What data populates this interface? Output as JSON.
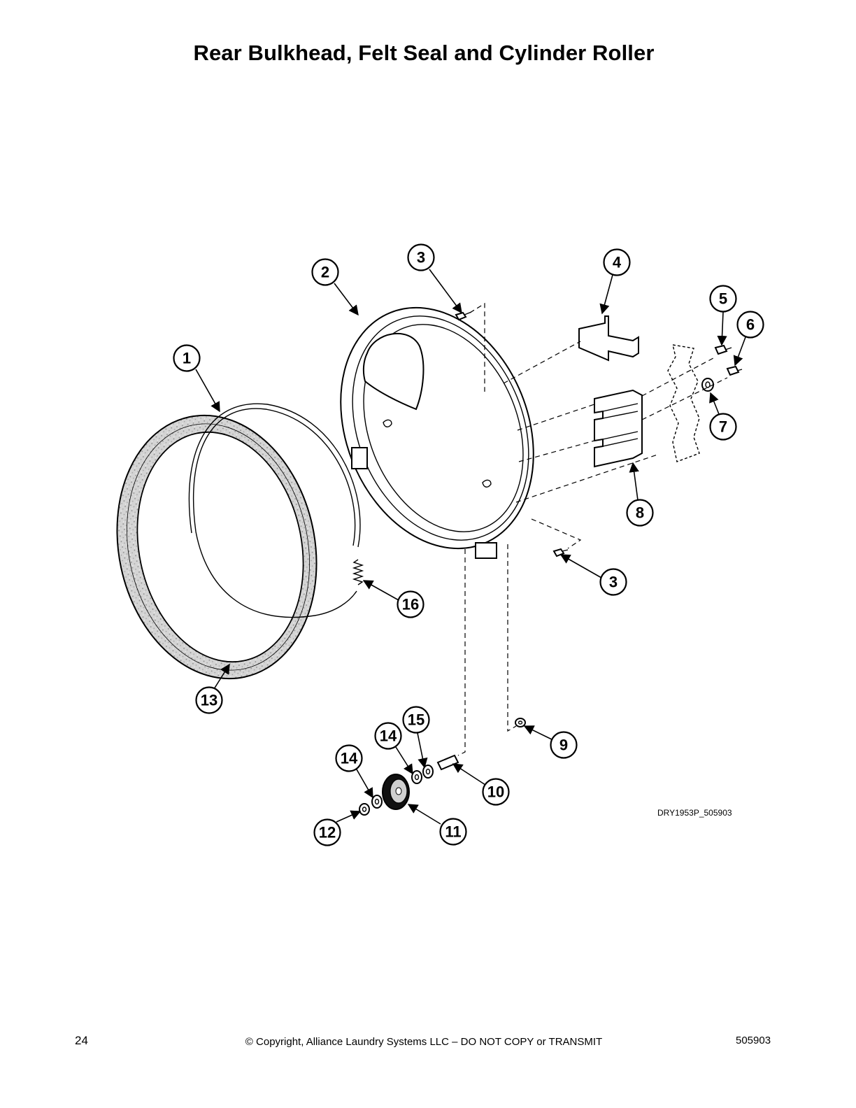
{
  "page": {
    "title": "Rear Bulkhead, Felt Seal and Cylinder Roller",
    "drawing_code": "DRY1953P_505903",
    "footer": {
      "page_number": "24",
      "copyright": "© Copyright, Alliance Laundry Systems LLC – DO NOT COPY or TRANSMIT",
      "document_number": "505903"
    }
  },
  "callouts": {
    "c1": "1",
    "c2": "2",
    "c3a": "3",
    "c3b": "3",
    "c4": "4",
    "c5": "5",
    "c6": "6",
    "c7": "7",
    "c8": "8",
    "c9": "9",
    "c10": "10",
    "c11": "11",
    "c12": "12",
    "c13": "13",
    "c14a": "14",
    "c14b": "14",
    "c15": "15",
    "c16": "16"
  }
}
